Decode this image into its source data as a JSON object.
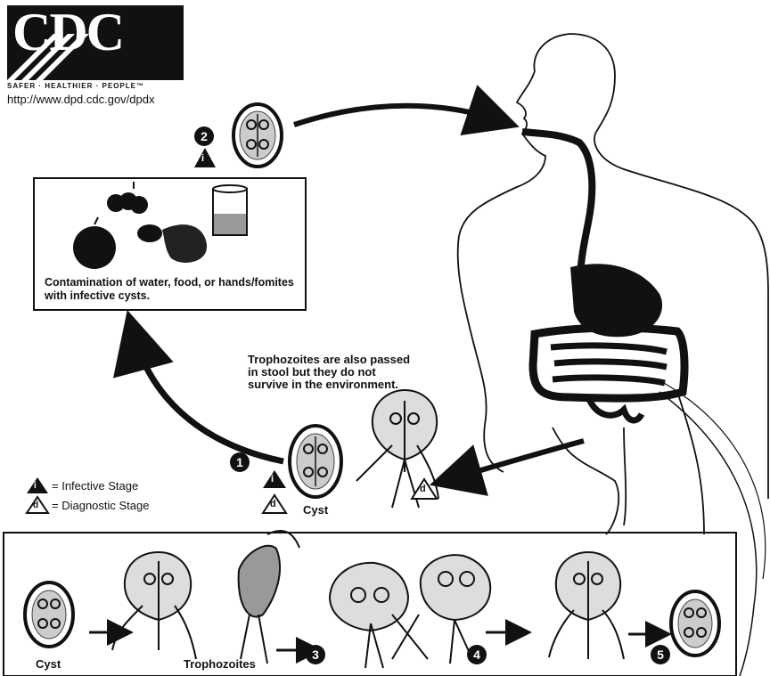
{
  "logo": {
    "wordmark": "CDC",
    "tagline": "SAFER · HEALTHIER · PEOPLE™",
    "url": "http://www.dpd.cdc.gov/dpdx"
  },
  "contamination_box": {
    "caption": "Contamination of water, food, or hands/fomites with infective cysts."
  },
  "trophozoite_note": "Trophozoites are also passed in stool but they do not survive in the environment.",
  "legend": {
    "infective": "= Infective Stage",
    "diagnostic": "= Diagnostic Stage",
    "infective_symbol": "i",
    "diagnostic_symbol": "d"
  },
  "labels": {
    "cyst_center": "Cyst",
    "cyst_bottom": "Cyst",
    "trophozoites": "Trophozoites"
  },
  "steps": [
    "1",
    "2",
    "3",
    "4",
    "5"
  ]
}
